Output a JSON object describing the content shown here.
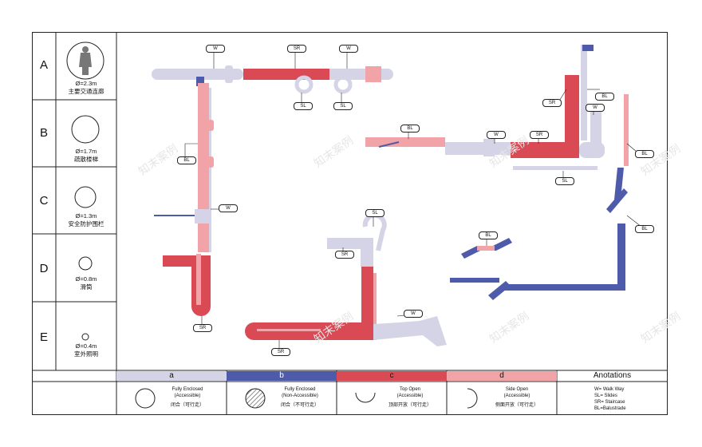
{
  "colors": {
    "a": "#d4d4e6",
    "b": "#4e5bab",
    "c": "#d94a55",
    "d": "#f1a3a7"
  },
  "rows": [
    {
      "letter": "A",
      "diameter": "Ø=2.3m",
      "name": "主要交通连廊",
      "icon": "person-in-circle-icon"
    },
    {
      "letter": "B",
      "diameter": "Ø=1.7m",
      "name": "疏散楼梯",
      "icon": "circle-icon"
    },
    {
      "letter": "C",
      "diameter": "Ø=1.3m",
      "name": "安全防护围栏",
      "icon": "circle-icon"
    },
    {
      "letter": "D",
      "diameter": "Ø=0.8m",
      "name": "滑筒",
      "icon": "circle-icon"
    },
    {
      "letter": "E",
      "diameter": "Ø=0.4m",
      "name": "室外照明",
      "icon": "circle-icon"
    }
  ],
  "legend": [
    {
      "key": "a",
      "title_en": "Fully Enclosed",
      "sub_en": "(Accessible)",
      "cn": "闭合（可行走）"
    },
    {
      "key": "b",
      "title_en": "Fully Enclosed",
      "sub_en": "(Non-Accessible)",
      "cn": "闭合（不可行走）"
    },
    {
      "key": "c",
      "title_en": "Top Open",
      "sub_en": "(Accessible)",
      "cn": "顶部开放（可行走）"
    },
    {
      "key": "d",
      "title_en": "Side Open",
      "sub_en": "(Accessible)",
      "cn": "侧面开放（可行走）"
    }
  ],
  "annotations": {
    "title": "Anotations",
    "lines": [
      "W= Walk Way",
      "SL= Slides",
      "SR= Staircase",
      "BL=Balustrade"
    ]
  },
  "tags": {
    "W": "W",
    "SR": "SR",
    "SL": "SL",
    "BL": "BL"
  },
  "watermark": "知末案例"
}
